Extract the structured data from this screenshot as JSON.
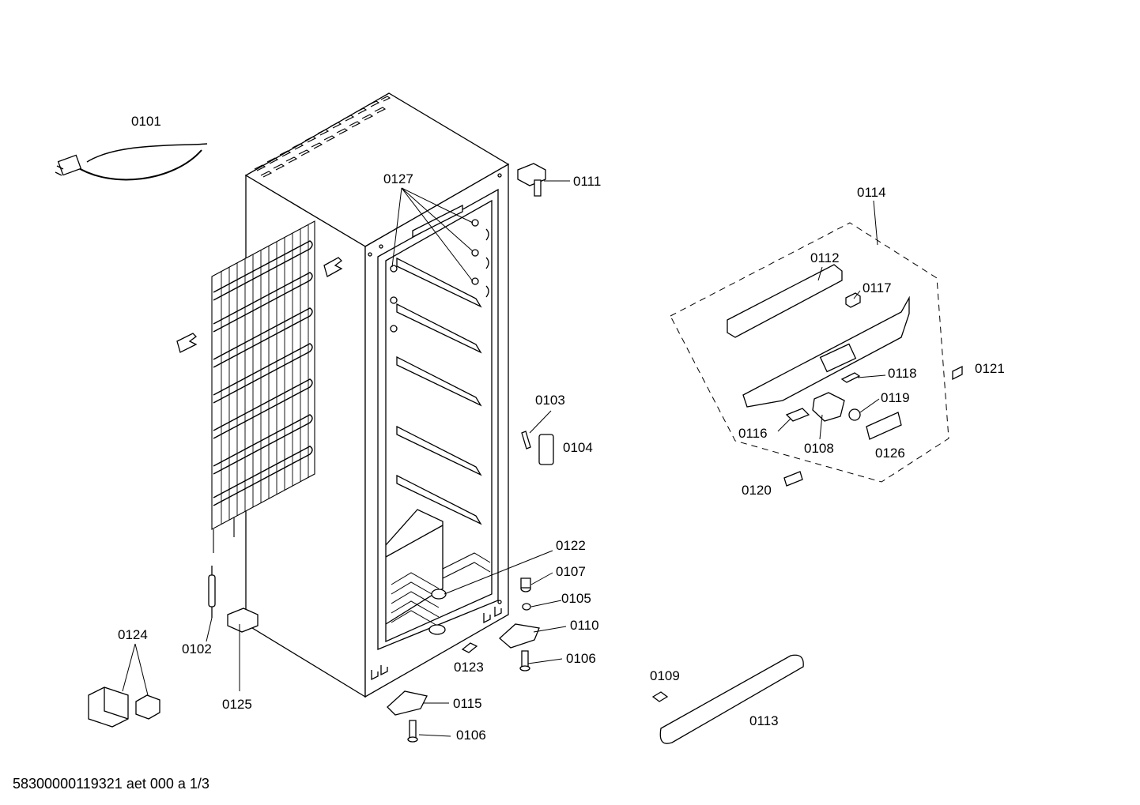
{
  "labels": {
    "p0101": "0101",
    "p0102": "0102",
    "p0103": "0103",
    "p0104": "0104",
    "p0105": "0105",
    "p0106a": "0106",
    "p0106b": "0106",
    "p0107": "0107",
    "p0108": "0108",
    "p0109": "0109",
    "p0110": "0110",
    "p0111": "0111",
    "p0112": "0112",
    "p0113": "0113",
    "p0114": "0114",
    "p0115": "0115",
    "p0116": "0116",
    "p0117": "0117",
    "p0118": "0118",
    "p0119": "0119",
    "p0120": "0120",
    "p0121": "0121",
    "p0122": "0122",
    "p0123": "0123",
    "p0124": "0124",
    "p0125": "0125",
    "p0126": "0126",
    "p0127": "0127"
  },
  "footer": "58300000119321 aet 000 a 1/3"
}
